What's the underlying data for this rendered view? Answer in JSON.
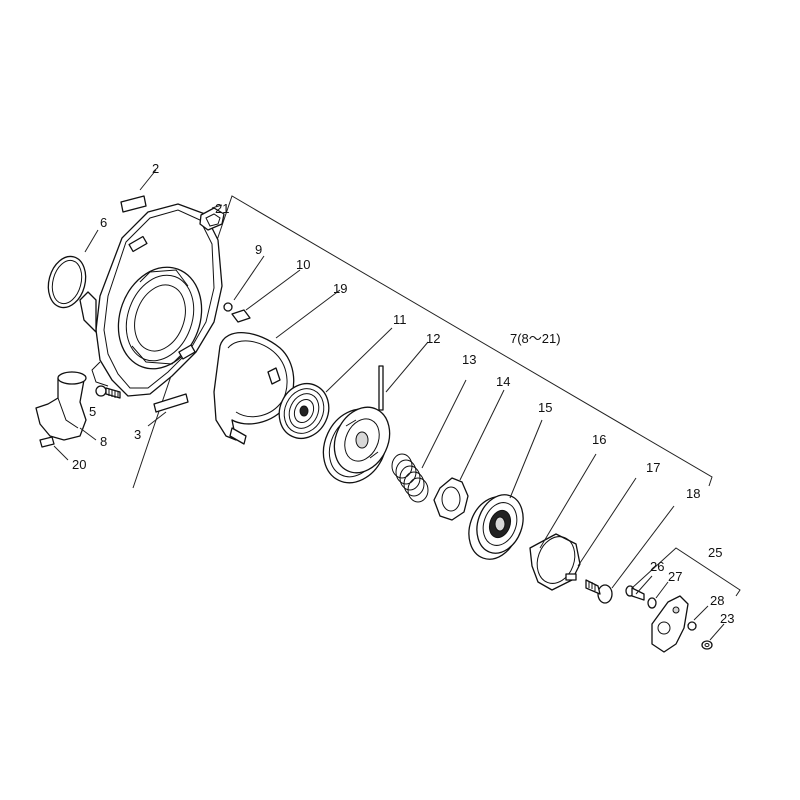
{
  "callouts": {
    "c2": "2",
    "c3": "3",
    "c5": "5",
    "c6": "6",
    "c7": "7(8～21)",
    "c8": "8",
    "c9": "9",
    "c10": "10",
    "c11": "11",
    "c12": "12",
    "c13": "13",
    "c14": "14",
    "c15": "15",
    "c16": "16",
    "c17": "17",
    "c18": "18",
    "c19": "19",
    "c20": "20",
    "c21": "21",
    "c23": "23",
    "c25": "25",
    "c26": "26",
    "c27": "27",
    "c28": "28"
  }
}
